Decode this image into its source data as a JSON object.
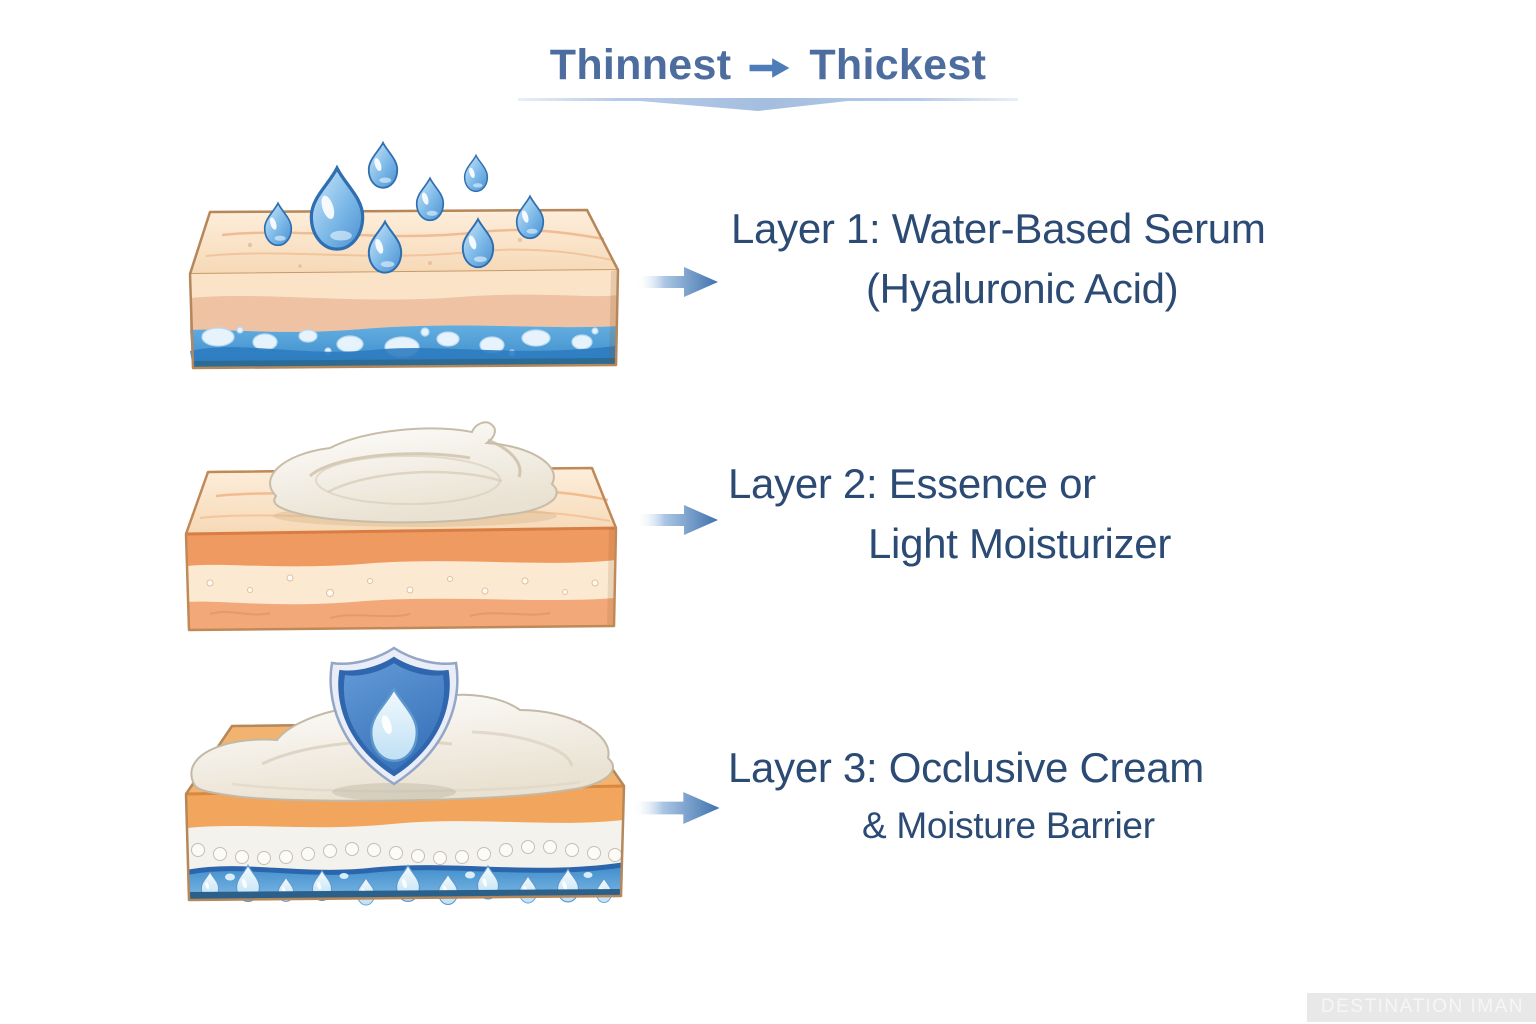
{
  "title": {
    "thinnest": "Thinnest",
    "thickest": "Thickest",
    "arrow_icon": "arrow-right-icon"
  },
  "layers": [
    {
      "line1": "Layer 1: Water-Based Serum",
      "line2": "(Hyaluronic Acid)",
      "illustration": "skin-cross-section-with-water-droplets",
      "arrow_icon": "arrow-right-icon"
    },
    {
      "line1": "Layer 2: Essence or",
      "line2": "Light Moisturizer",
      "illustration": "skin-cross-section-with-cream-swirl",
      "arrow_icon": "arrow-right-icon"
    },
    {
      "line1": "Layer 3: Occlusive Cream",
      "line2": "& Moisture Barrier",
      "illustration": "skin-cross-section-with-occlusive-cream-and-shield",
      "arrow_icon": "arrow-right-icon"
    }
  ],
  "watermark": "DESTINATION IMAN",
  "colors": {
    "title_text": "#4c6d9e",
    "label_text": "#2b4a74",
    "arrow_blue": "#3f72ad",
    "underline_blue": "#b7cbe6",
    "skin_cream": "#fbe3c8",
    "skin_tan": "#eec2a2",
    "skin_orange": "#ef9a60",
    "skin_salmon": "#f3a87a",
    "water_blue": "#4e9dd8",
    "deep_water_blue": "#2e7cc0",
    "droplet_blue": "#6fb1e3",
    "shield_blue": "#4a86c8",
    "cream_white": "#f6f4ee",
    "watermark_bg": "#e8e8e8",
    "watermark_text": "#f6f6f6"
  }
}
